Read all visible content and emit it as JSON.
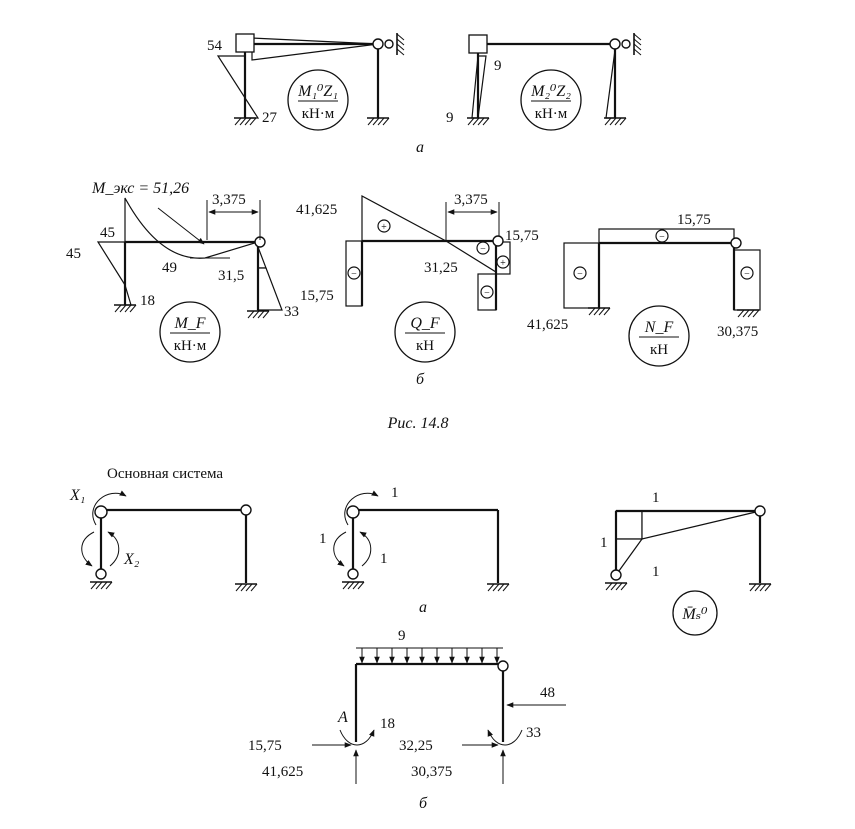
{
  "figure_14_8": {
    "caption": "Рис. 14.8",
    "part_a": {
      "sublabel": "а",
      "diagram_1": {
        "badge_top": "M₁⁰Z₁",
        "badge_bottom": "кН·м",
        "value_top": "54",
        "value_bottom": "27"
      },
      "diagram_2": {
        "badge_top": "M₂⁰Z₂",
        "badge_bottom": "кН·м",
        "value_right": "9",
        "value_left": "9"
      }
    },
    "part_b": {
      "sublabel": "б",
      "moment": {
        "badge_top": "M_F",
        "badge_bottom": "кН·м",
        "extreme_label": "M_экс = 51,26",
        "dimension": "3,375",
        "values": {
          "left_outer": "45",
          "left_inner": "45",
          "span_min": "49",
          "right_top": "31,5",
          "left_bottom": "18",
          "right_bottom": "33"
        }
      },
      "shear": {
        "badge_top": "Q_F",
        "badge_bottom": "кН",
        "dimension": "3,375",
        "values": {
          "left_top": "41,625",
          "right_top": "15,75",
          "span": "31,25",
          "left_column": "15,75"
        }
      },
      "normal": {
        "badge_top": "N_F",
        "badge_bottom": "кН",
        "values": {
          "beam": "15,75",
          "left_column": "41,625",
          "right_column": "30,375"
        }
      }
    }
  },
  "figure_14_9": {
    "part_a": {
      "sublabel": "а",
      "basic_system": {
        "title": "Основная система",
        "x1": "X₁",
        "x2": "X₂"
      },
      "unit_loads": {
        "top": "1",
        "left": "1",
        "right": "1"
      },
      "unit_diagram": {
        "badge": "M̄ₛ⁰",
        "top": "1",
        "left": "1",
        "bottom": "1"
      }
    },
    "part_b": {
      "sublabel": "б",
      "load": {
        "distributed": "9",
        "lateral": "48",
        "point_a": "A",
        "moment_left": "18",
        "moment_right": "33"
      },
      "reactions": {
        "left_horizontal": "15,75",
        "left_vertical": "41,625",
        "right_horizontal": "32,25",
        "right_vertical": "30,375"
      }
    }
  }
}
